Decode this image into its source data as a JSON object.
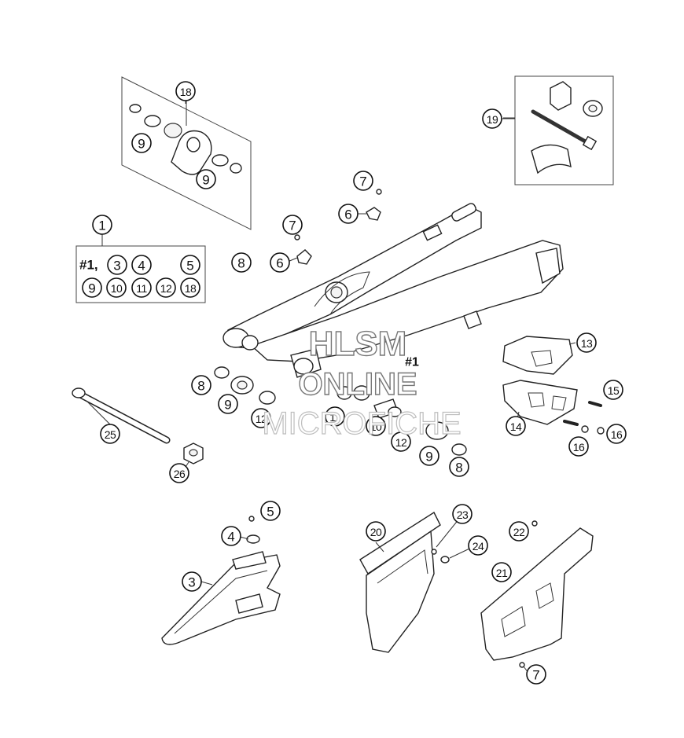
{
  "diagram": {
    "callouts": [
      {
        "id": "c-18",
        "label": "18"
      },
      {
        "id": "c-9a",
        "label": "9"
      },
      {
        "id": "c-9b",
        "label": "9"
      },
      {
        "id": "c-19",
        "label": "19"
      },
      {
        "id": "c-1",
        "label": "1"
      },
      {
        "id": "c-7a",
        "label": "7"
      },
      {
        "id": "c-6a",
        "label": "6"
      },
      {
        "id": "c-7b",
        "label": "7"
      },
      {
        "id": "c-6b",
        "label": "6"
      },
      {
        "id": "c-8a",
        "label": "8"
      },
      {
        "id": "c-13",
        "label": "13"
      },
      {
        "id": "c-15",
        "label": "15"
      },
      {
        "id": "c-14",
        "label": "14"
      },
      {
        "id": "c-16a",
        "label": "16"
      },
      {
        "id": "c-16b",
        "label": "16"
      },
      {
        "id": "c-8b",
        "label": "8"
      },
      {
        "id": "c-9c",
        "label": "9"
      },
      {
        "id": "c-12a",
        "label": "12"
      },
      {
        "id": "c-11",
        "label": "11"
      },
      {
        "id": "c-10",
        "label": "10"
      },
      {
        "id": "c-12b",
        "label": "12"
      },
      {
        "id": "c-9d",
        "label": "9"
      },
      {
        "id": "c-8c",
        "label": "8"
      },
      {
        "id": "c-25",
        "label": "25"
      },
      {
        "id": "c-26",
        "label": "26"
      },
      {
        "id": "c-5",
        "label": "5"
      },
      {
        "id": "c-4",
        "label": "4"
      },
      {
        "id": "c-3",
        "label": "3"
      },
      {
        "id": "c-20",
        "label": "20"
      },
      {
        "id": "c-23",
        "label": "23"
      },
      {
        "id": "c-24",
        "label": "24"
      },
      {
        "id": "c-22",
        "label": "22"
      },
      {
        "id": "c-21",
        "label": "21"
      },
      {
        "id": "c-7c",
        "label": "7"
      }
    ],
    "kit": {
      "prefix": "#1,",
      "items": [
        {
          "id": "k-3",
          "label": "3"
        },
        {
          "id": "k-4",
          "label": "4"
        },
        {
          "id": "k-5",
          "label": "5"
        },
        {
          "id": "k-9",
          "label": "9"
        },
        {
          "id": "k-10",
          "label": "10"
        },
        {
          "id": "k-11",
          "label": "11"
        },
        {
          "id": "k-12",
          "label": "12"
        },
        {
          "id": "k-18",
          "label": "18"
        }
      ]
    },
    "pivot_marker": "#1"
  },
  "watermark": {
    "line1": "HLSM",
    "line2": "ONLINE",
    "line3": "MICROFICHE"
  }
}
